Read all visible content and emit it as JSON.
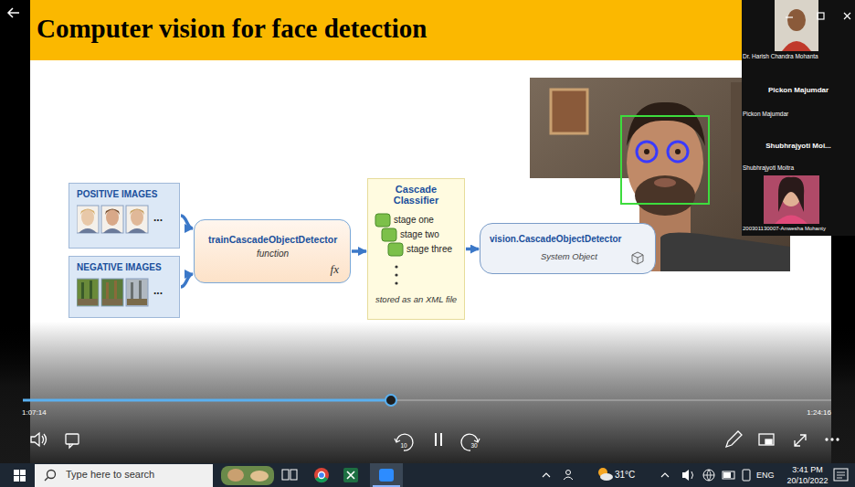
{
  "diagram": {
    "title": "Computer vision for face detection",
    "nodes": [
      {
        "text": [
          "POSITIVE IMAGES",
          "..."
        ]
      },
      {
        "text": [
          "NEGATIVE IMAGES",
          "..."
        ]
      },
      {
        "text": [
          "trainCascadeObjectDetector",
          "function",
          "fx"
        ]
      },
      {
        "text": [
          "Cascade Classifier",
          "stage one",
          "stage two",
          "stage three",
          "stored as an XML file"
        ]
      },
      {
        "text": [
          "vision.CascadeObjectDetector",
          "System Object"
        ]
      }
    ],
    "edges": [
      {
        "from": 0,
        "to": 2,
        "arrow": "to"
      },
      {
        "from": 1,
        "to": 2,
        "arrow": "to"
      },
      {
        "from": 2,
        "to": 3,
        "arrow": "to"
      },
      {
        "from": 3,
        "to": 4,
        "arrow": "to"
      }
    ],
    "labels": [
      "Dr. Harish Chandra Mohanta",
      "Pickon Majumdar",
      "Pickon Majumdar",
      "Shubhrajyoti Moi...",
      "Shubhrajyoti Moitra",
      "200301130007-Anwesha Mohanty",
      "1:07:14",
      "1:24:16",
      "10",
      "30",
      "Type here to search",
      "31°C",
      "ENG",
      "3:41 PM",
      "20/10/2022"
    ]
  }
}
